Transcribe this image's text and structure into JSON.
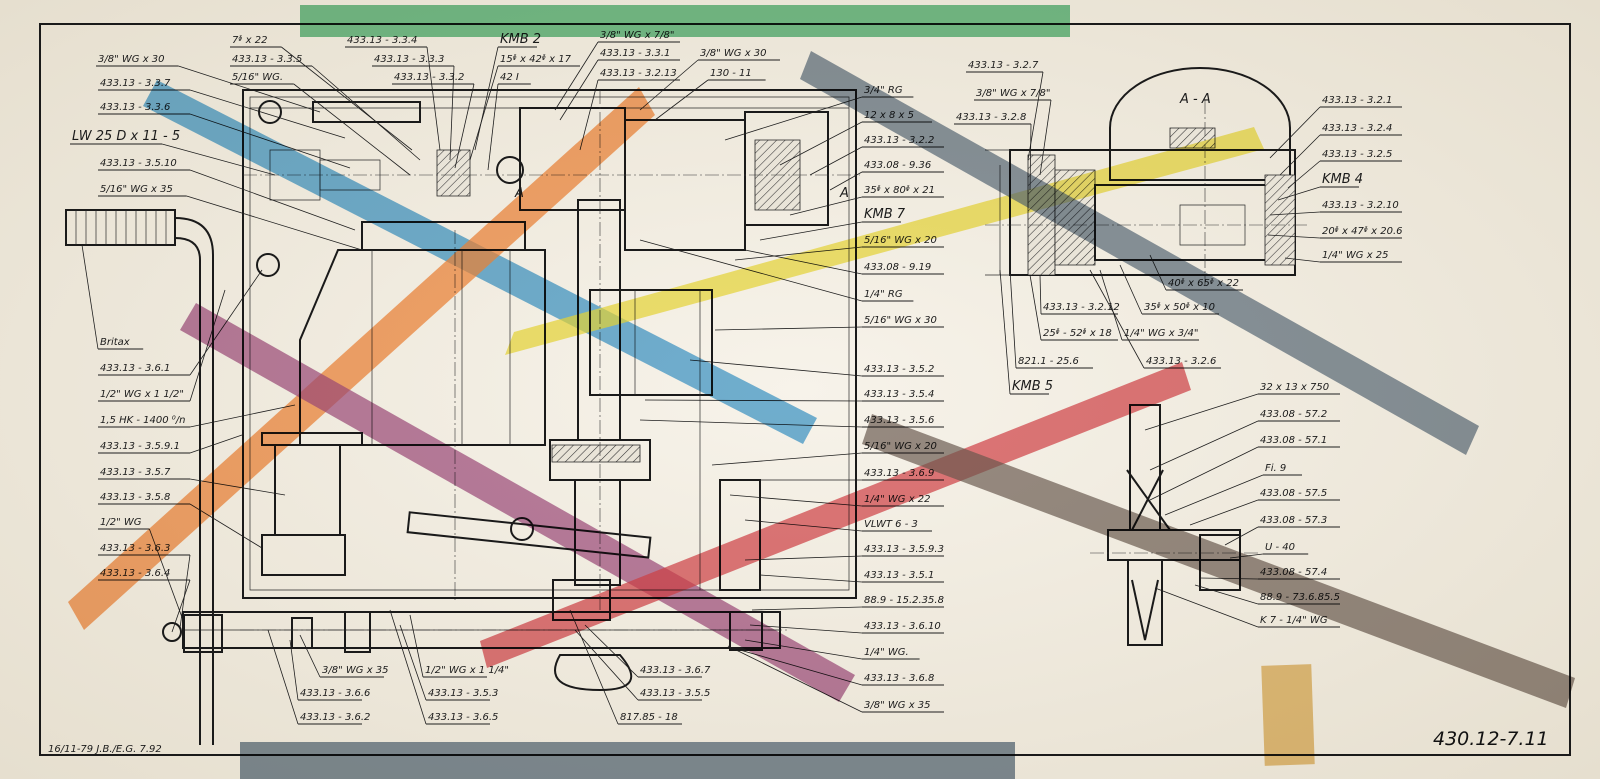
{
  "drawing_number": "430.12-7.11",
  "date_initials": "16/11-79 J.B./E.G. 7.92",
  "section_label": "A - A",
  "section_arrow_label": "A",
  "left_labels": [
    "3/8\" WG x 30",
    "433.13 - 3.3.7",
    "433.13 - 3.3.6",
    "LW 25 D x 11 - 5",
    "433.13 - 3.5.10",
    "5/16\" WG x 35",
    "Britax",
    "433.13 - 3.6.1",
    "1/2\" WG x 1 1/2\"",
    "1,5 HK - 1400 ⁰/n",
    "433.13 - 3.5.9.1",
    "433.13 - 3.5.7",
    "433.13 - 3.5.8",
    "1/2\" WG",
    "433.13 - 3.6.3",
    "433.13 - 3.6.4"
  ],
  "top_labels": [
    "7ᶲ x 22",
    "433.13 - 3.3.5",
    "5/16\" WG.",
    "433.13 - 3.3.4",
    "433.13 - 3.3.3",
    "433.13 - 3.3.2",
    "KMB 2",
    "15ᶲ x 42ᶲ x 17",
    "42 I",
    "3/8\" WG x 7/8\"",
    "433.13 - 3.3.1",
    "433.13 - 3.2.13",
    "3/8\" WG x 30",
    "130 - 11"
  ],
  "middle_labels": [
    "3/4\" RG",
    "12 x 8 x 5",
    "433.13 - 3.2.2",
    "433.08 - 9.36",
    "35ᶲ x 80ᶲ x 21",
    "KMB 7",
    "5/16\" WG x 20",
    "433.08 - 9.19",
    "1/4\" RG",
    "5/16\" WG x 30",
    "433.13 - 3.5.2",
    "433.13 - 3.5.4",
    "433.13 - 3.5.6",
    "5/16\" WG x 20",
    "433.13 - 3.6.9",
    "1/4\" WG x 22",
    "VLWT 6 - 3",
    "433.13 - 3.5.9.3",
    "433.13 - 3.5.1",
    "88.9 - 15.2.35.8",
    "433.13 - 3.6.10",
    "1/4\" WG.",
    "433.13 - 3.6.8",
    "3/8\" WG x 35"
  ],
  "bottom_labels": [
    "3/8\" WG x 35",
    "433.13 - 3.6.6",
    "433.13 - 3.6.2",
    "1/2\" WG x 1 1/4\"",
    "433.13 - 3.5.3",
    "433.13 - 3.6.5",
    "433.13 - 3.6.7",
    "433.13 - 3.5.5",
    "817.85 - 18"
  ],
  "section_left_labels": [
    "433.13 - 3.2.7",
    "3/8\" WG x 7/8\"",
    "433.13 - 3.2.8"
  ],
  "section_right_labels": [
    "433.13 - 3.2.1",
    "433.13 - 3.2.4",
    "433.13 - 3.2.5",
    "KMB 4",
    "433.13 - 3.2.10",
    "20ᶲ x 47ᶲ x 20.6",
    "1/4\" WG x 25"
  ],
  "section_bottom_labels": [
    "40ᶲ x 65ᶲ x 22",
    "433.13 - 3.2.12",
    "35ᶲ x 50ᶲ x 10",
    "25ᶲ - 52ᶲ x 18",
    "1/4\" WG x 3/4\"",
    "821.1 - 25.6",
    "433.13 - 3.2.6",
    "KMB 5"
  ],
  "pulley_labels": [
    "32 x 13 x 750",
    "433.08 - 57.2",
    "433.08 - 57.1",
    "Fi. 9",
    "433.08 - 57.5",
    "433.08 - 57.3",
    "U - 40",
    "433.08 - 57.4",
    "88.9 - 73.6.85.5",
    "K 7 - 1/4\" WG"
  ],
  "colors": {
    "paper": "#f4f0e6",
    "ink": "#1b1b1b",
    "tape_green": "#3fae6a",
    "tape_blue": "#3d9ad6",
    "tape_orange": "#f78b3c",
    "tape_purple": "#a24d86",
    "tape_yellow": "#f0e13a",
    "tape_navy": "#50667d",
    "tape_red": "#d9434c",
    "tape_brown": "#6b5d55",
    "tape_gold": "#e2b35b"
  }
}
